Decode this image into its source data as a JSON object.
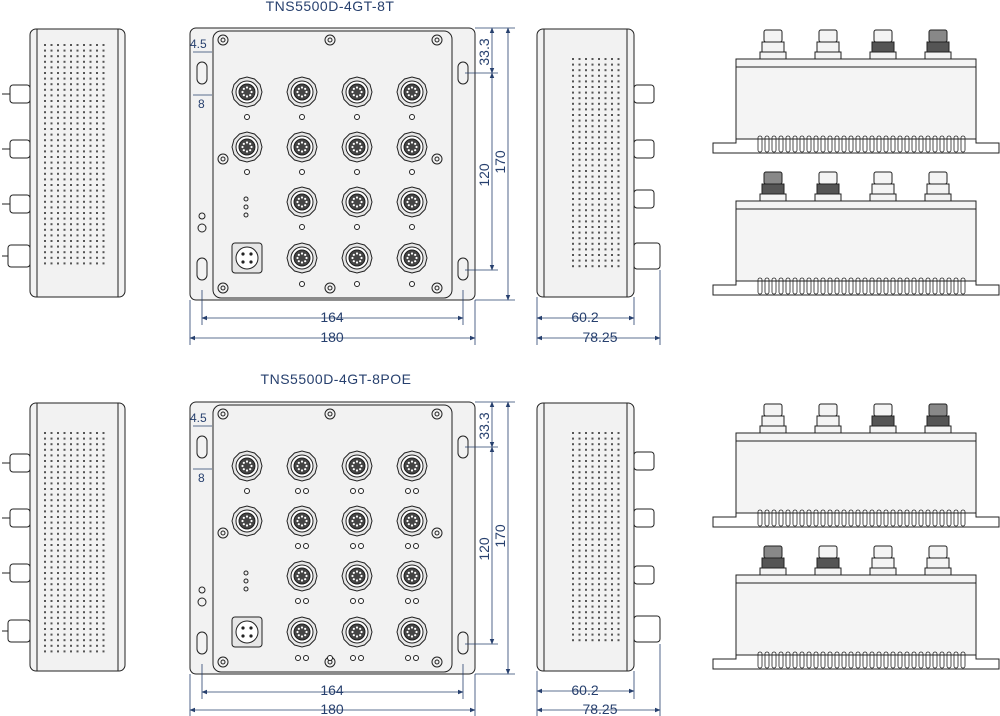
{
  "colors": {
    "dimension": "#27406e",
    "outline": "#222222",
    "background": "#ffffff"
  },
  "drawings": [
    {
      "title": "TNS5500D-4GT-8T",
      "variant": "8T",
      "dims": {
        "width_outer": "180",
        "width_inner": "164",
        "height_outer": "170",
        "height_inner": "120",
        "top_offset": "33.3",
        "slot_width": "4.5",
        "slot_offset": "8",
        "depth_outer": "78.25",
        "depth_inner": "60.2"
      }
    },
    {
      "title": "TNS5500D-4GT-8POE",
      "variant": "8POE",
      "dims": {
        "width_outer": "180",
        "width_inner": "164",
        "height_outer": "170",
        "height_inner": "120",
        "top_offset": "33.3",
        "slot_width": "4.5",
        "slot_offset": "8",
        "depth_outer": "78.25",
        "depth_inner": "60.2"
      }
    }
  ]
}
